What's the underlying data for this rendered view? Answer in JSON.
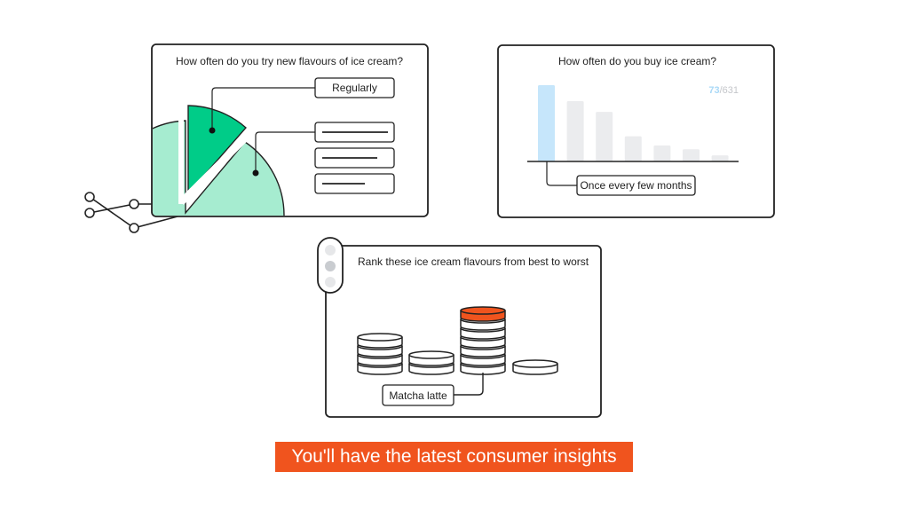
{
  "card_flavours": {
    "question": "How often do you try new flavours of ice cream?",
    "options": [
      "Regularly"
    ],
    "colors": {
      "highlight": "#00cc88",
      "other": "#a6ecd0"
    }
  },
  "card_buy": {
    "question": "How often do you buy ice cream?",
    "counter_current": "73",
    "counter_total": "/631",
    "selected_label": "Once every few months",
    "bar_values": [
      100,
      79,
      65,
      33,
      21,
      16,
      8
    ],
    "colors": {
      "selected": "#c6e6fb",
      "other": "#ebecee"
    }
  },
  "card_rank": {
    "question": "Rank these ice cream flavours from best to worst",
    "selected_label": "Matcha latte",
    "coin_counts": [
      4,
      2,
      7,
      1
    ],
    "colors": {
      "top": "#f0541e"
    }
  },
  "subtitle": "You'll have the latest consumer insights"
}
